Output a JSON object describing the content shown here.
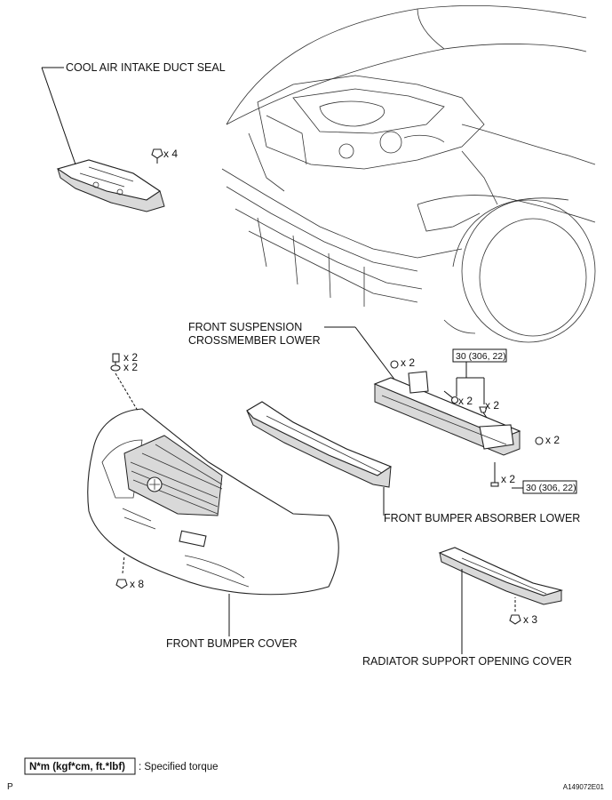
{
  "labels": {
    "cool_air_intake_duct_seal": "COOL AIR INTAKE DUCT SEAL",
    "front_suspension_line1": "FRONT SUSPENSION",
    "front_suspension_line2": "CROSSMEMBER LOWER",
    "front_bumper_absorber_lower": "FRONT BUMPER ABSORBER LOWER",
    "front_bumper_cover": "FRONT BUMPER COVER",
    "radiator_support_opening_cover": "RADIATOR SUPPORT OPENING COVER"
  },
  "quantities": {
    "intake_clips": "x 4",
    "bumper_top_clips_a": "x 2",
    "bumper_top_clips_b": "x 2",
    "bumper_bottom_clips": "x 8",
    "crossmember_nuts_left": "x 2",
    "crossmember_bolts_a": "x 2",
    "crossmember_bolts_b": "x 2",
    "crossmember_nuts_right": "x 2",
    "crossmember_bolts_bottom": "x 2",
    "radiator_cover_clips": "x 3"
  },
  "torques": {
    "top": "30 (306, 22)",
    "bottom": "30 (306, 22)"
  },
  "legend": {
    "box_text": "N*m (kgf*cm, ft.*lbf)",
    "description": ": Specified torque"
  },
  "footer": {
    "page_letter": "P",
    "figure_code": "A149072E01"
  }
}
